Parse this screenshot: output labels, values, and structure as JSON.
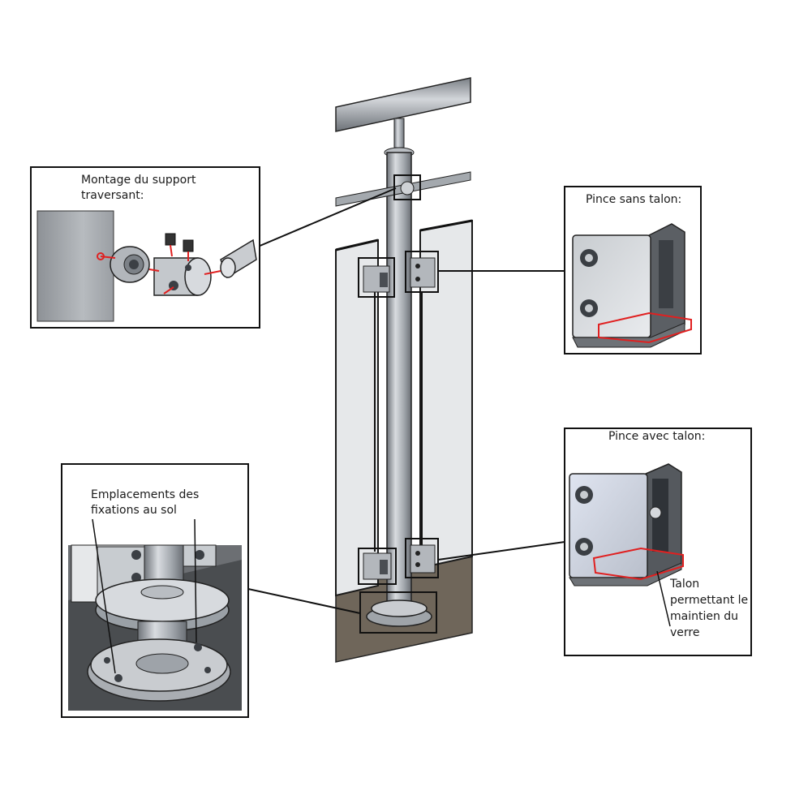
{
  "callouts": {
    "support_traversant": {
      "title_line1": "Montage du support",
      "title_line2": "traversant:"
    },
    "pince_sans_talon": {
      "title": "Pince sans talon:"
    },
    "pince_avec_talon": {
      "title": "Pince avec talon:",
      "note_line1": "Talon",
      "note_line2": "permettant le",
      "note_line3": "maintien du",
      "note_line4": "verre"
    },
    "fixations_sol": {
      "title_line1": "Emplacements des",
      "title_line2": "fixations au sol"
    }
  },
  "colors": {
    "highlight": "#e02020",
    "steel": "#a9adb3",
    "glass": "#e6e8ea",
    "floor": "#6f665a"
  }
}
